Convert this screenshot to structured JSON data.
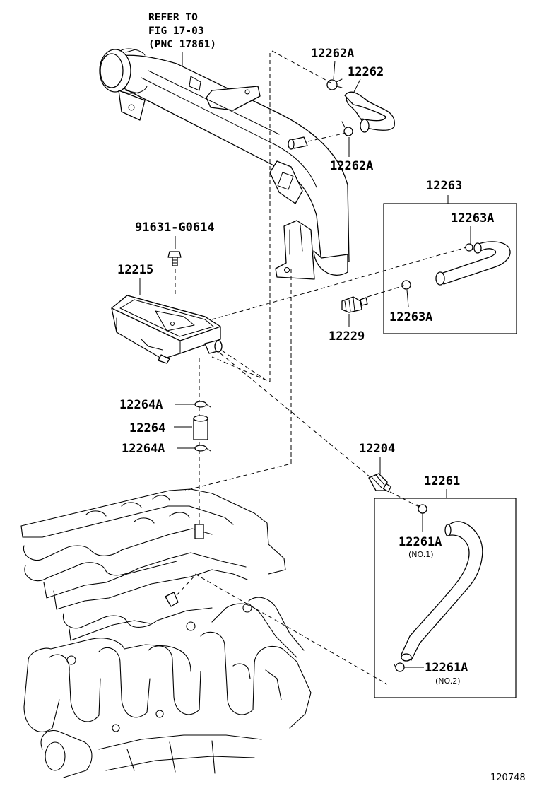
{
  "reference": {
    "line1": "REFER TO",
    "line2": "FIG 17-03",
    "line3": "(PNC 17861)"
  },
  "labels": {
    "p12262A_top": "12262A",
    "p12262": "12262",
    "p12262A_bottom": "12262A",
    "p12263": "12263",
    "p12263A_top": "12263A",
    "p12263A_bottom": "12263A",
    "p12229": "12229",
    "p91631": "91631-G0614",
    "p12215": "12215",
    "p12264A_top": "12264A",
    "p12264": "12264",
    "p12264A_bottom": "12264A",
    "p12204": "12204",
    "p12261": "12261",
    "p12261A_no1": "12261A",
    "p12261A_no1_sub": "(NO.1)",
    "p12261A_no2": "12261A",
    "p12261A_no2_sub": "(NO.2)"
  },
  "figure_number": "120748"
}
